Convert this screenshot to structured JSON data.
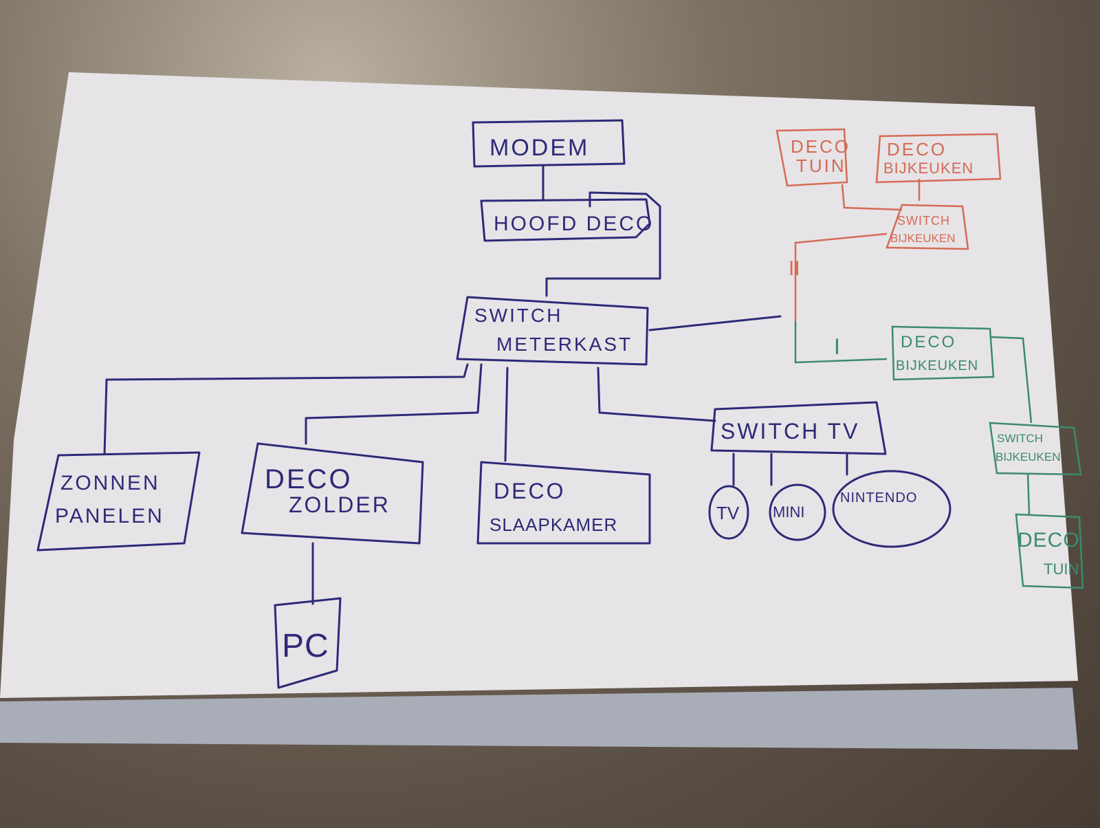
{
  "diagram": {
    "nodes": {
      "modem": "MODEM",
      "hoofd_deco": "HOOFD DECO",
      "switch_meterkast_1": "SWITCH",
      "switch_meterkast_2": "METERKAST",
      "zonnen_1": "ZONNEN",
      "zonnen_2": "PANELEN",
      "deco_zolder_1": "DECO",
      "deco_zolder_2": "ZOLDER",
      "pc": "PC",
      "deco_slaapkamer_1": "DECO",
      "deco_slaapkamer_2": "SLAAPKAMER",
      "switch_tv": "SWITCH TV",
      "tv": "TV",
      "mini": "MINI",
      "nintendo": "NINTENDO"
    },
    "option_red": {
      "deco_tuin_1": "DECO",
      "deco_tuin_2": "TUIN",
      "deco_bijkeuken_1": "DECO",
      "deco_bijkeuken_2": "BIJKEUKEN",
      "switch_bijkeuken_1": "SWITCH",
      "switch_bijkeuken_2": "BIJKEUKEN",
      "label": "II"
    },
    "option_green": {
      "label": "I",
      "deco_bijkeuken_1": "DECO",
      "deco_bijkeuken_2": "BIJKEUKEN",
      "switch_bijkeuken_1": "SWITCH",
      "switch_bijkeuken_2": "BIJKEUKEN",
      "deco_tuin_1": "DECO",
      "deco_tuin_2": "TUIN"
    },
    "colors": {
      "ink": "#2d2a78",
      "red": "#d56a55",
      "green": "#3b8a70",
      "paper": "#e6e4e6"
    }
  }
}
